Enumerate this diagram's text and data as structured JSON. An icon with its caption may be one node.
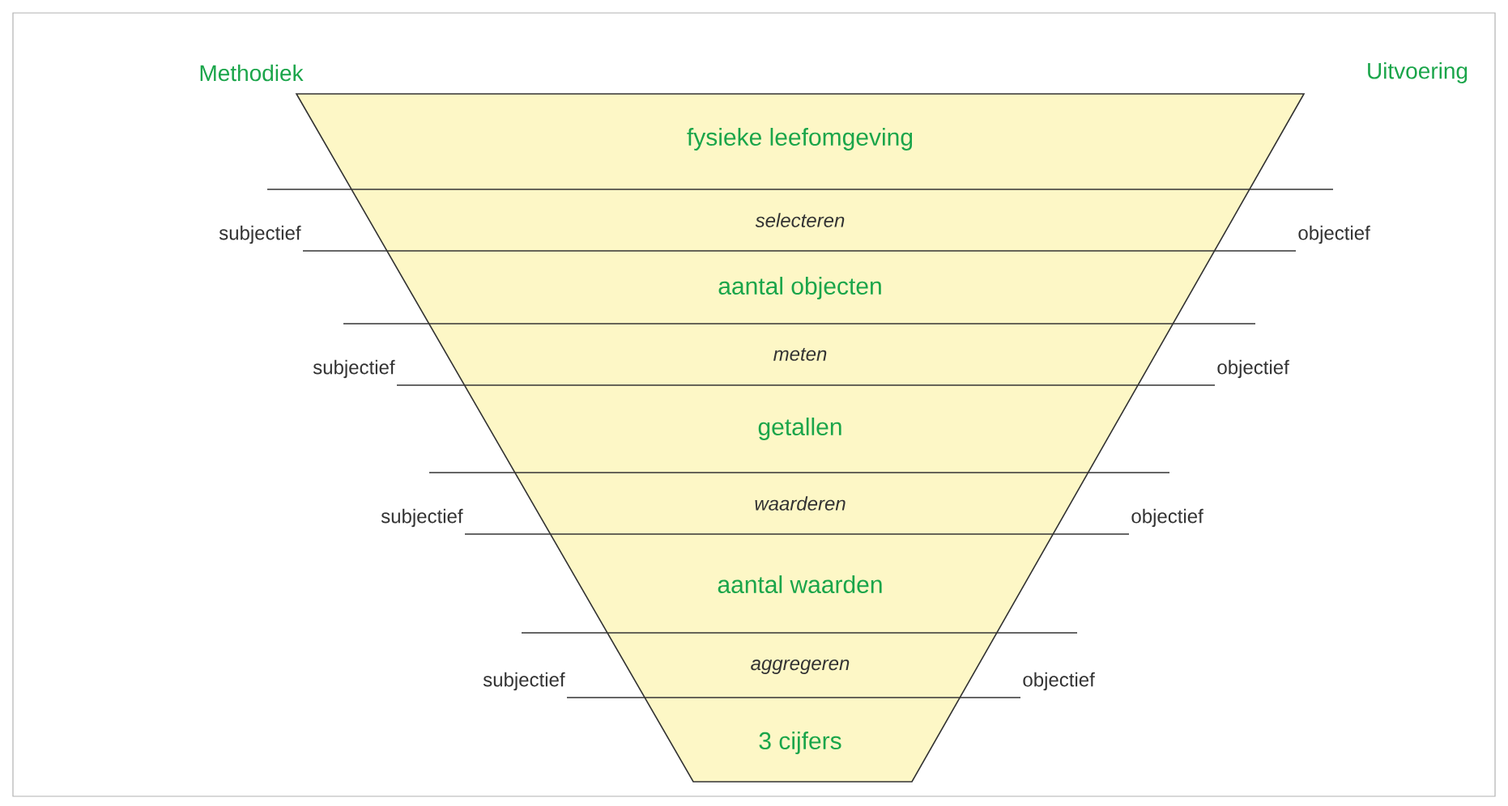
{
  "diagram": {
    "nodes": [
      {
        "text": [],
        "shape": "trapezoid"
      },
      {
        "text": [
          "fysieke leefomgeving"
        ],
        "in": 0
      },
      {
        "text": [
          "selecteren"
        ],
        "in": 0
      },
      {
        "text": [
          "aantal objecten"
        ],
        "in": 0
      },
      {
        "text": [
          "meten"
        ],
        "in": 0
      },
      {
        "text": [
          "getallen"
        ],
        "in": 0
      },
      {
        "text": [
          "waarderen"
        ],
        "in": 0
      },
      {
        "text": [
          "aantal waarden"
        ],
        "in": 0
      },
      {
        "text": [
          "aggregeren"
        ],
        "in": 0
      },
      {
        "text": [
          "3 cijfers"
        ],
        "in": 0
      }
    ],
    "labels": [
      "Methodiek",
      "Uitvoering",
      "subjectief",
      "objectief",
      "subjectief",
      "objectief",
      "subjectief",
      "objectief",
      "subjectief",
      "objectief"
    ]
  }
}
